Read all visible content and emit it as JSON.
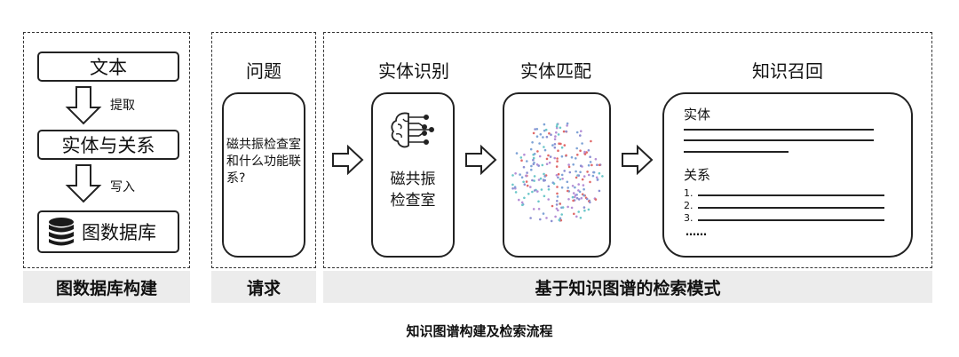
{
  "construction": {
    "box_text": "文本",
    "arrow1_label": "提取",
    "box_entity_relation": "实体与关系",
    "arrow2_label": "写入",
    "box_graph_db": "图数据库",
    "footer": "图数据库构建",
    "db_icon": "database-icon"
  },
  "request": {
    "title": "问题",
    "question": "磁共振检查室和什么功能联系?",
    "footer": "请求"
  },
  "retrieval": {
    "footer": "基于知识图谱的检索模式",
    "entity_recognition": {
      "title": "实体识别",
      "result": "磁共振检查室",
      "icon": "brain-circuit-icon"
    },
    "entity_matching": {
      "title": "实体匹配",
      "dot_colors": [
        "#7fa3d6",
        "#e06a6a",
        "#b58fd6",
        "#6cc7c9",
        "#8c8fd2"
      ]
    },
    "knowledge_recall": {
      "title": "知识召回",
      "entity_label": "实体",
      "relation_label": "关系",
      "list_numbers": [
        "1.",
        "2.",
        "3."
      ],
      "ellipsis": "……"
    }
  },
  "caption": "知识图谱构建及检索流程"
}
